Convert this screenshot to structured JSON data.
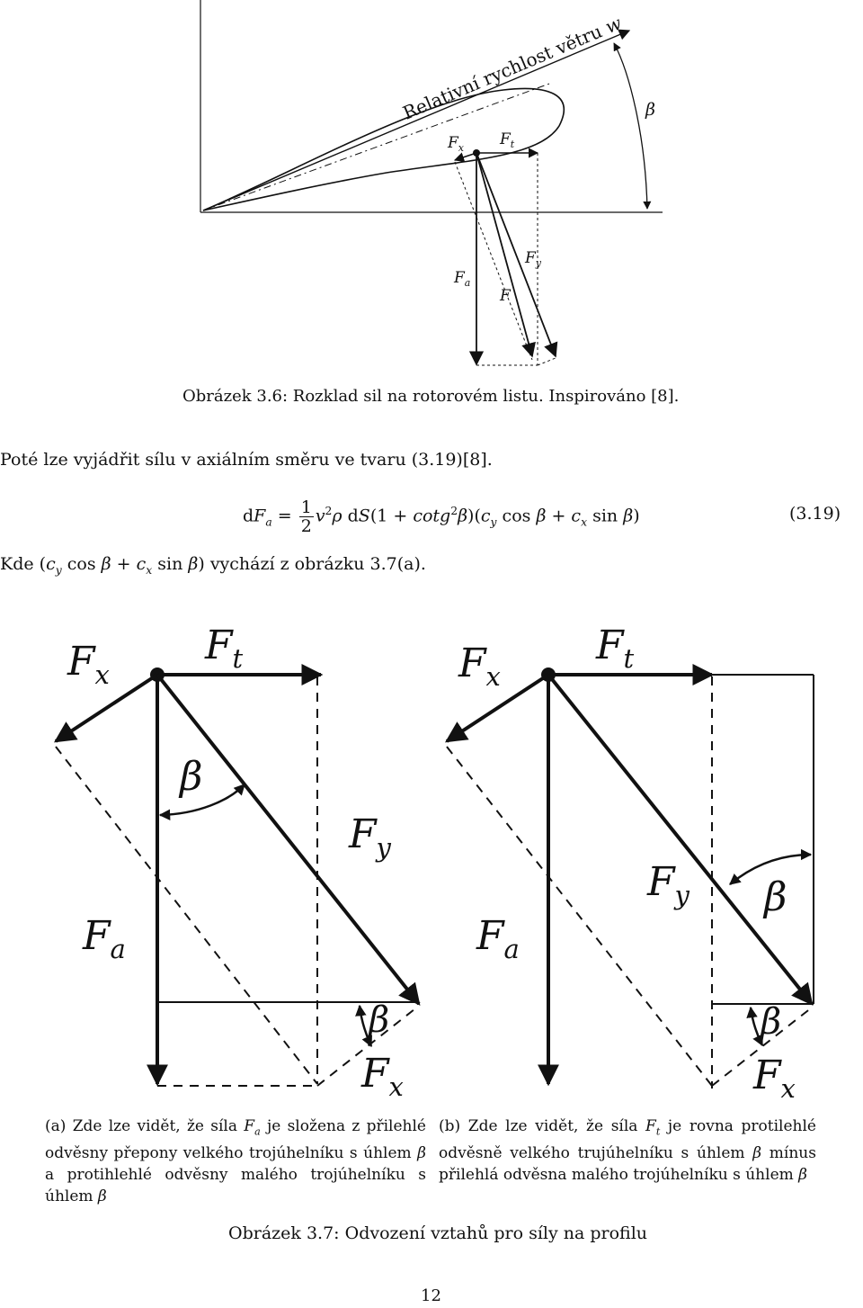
{
  "figure1": {
    "wind_label": "Relativní rychlost větru",
    "wind_symbol": "w",
    "beta": "β",
    "f_x": {
      "main": "F",
      "sub": "x"
    },
    "f_t": {
      "main": "F",
      "sub": "t"
    },
    "f_y": {
      "main": "F",
      "sub": "y"
    },
    "f_a": {
      "main": "F",
      "sub": "a"
    },
    "f": "F",
    "caption": "Obrázek 3.6: Rozklad sil na rotorovém listu. Inspirováno [8]."
  },
  "text": {
    "intro": "Poté lze vyjádřit sílu v axiálním směru ve tvaru (3.19)[8].",
    "eq_number": "(3.19)",
    "after": "vychází z obrázku 3.7(a).",
    "kde": "Kde"
  },
  "figure2": {
    "f_x": {
      "main": "F",
      "sub": "x"
    },
    "f_t": {
      "main": "F",
      "sub": "t"
    },
    "f_y": {
      "main": "F",
      "sub": "y"
    },
    "f_a": {
      "main": "F",
      "sub": "a"
    },
    "beta": "β",
    "caption_a_tag": "(a)",
    "caption_a": "Zde lze vidět, že síla F_a je složena z přilehlé odvěsny přepony velkého trojúhelníku s úhlem β a protihlehlé odvěsny malého trojúhelníku s úhlem β",
    "caption_b_tag": "(b)",
    "caption_b": "Zde lze vidět, že síla F_t je rovna protilehlé odvěsně velkého trujúhelníku s úhlem β mínus přilehlá odvěsna malého trojúhelníku s úhlem β",
    "caption": "Obrázek 3.7: Odvození vztahů pro síly na profilu"
  },
  "page_number": "12"
}
